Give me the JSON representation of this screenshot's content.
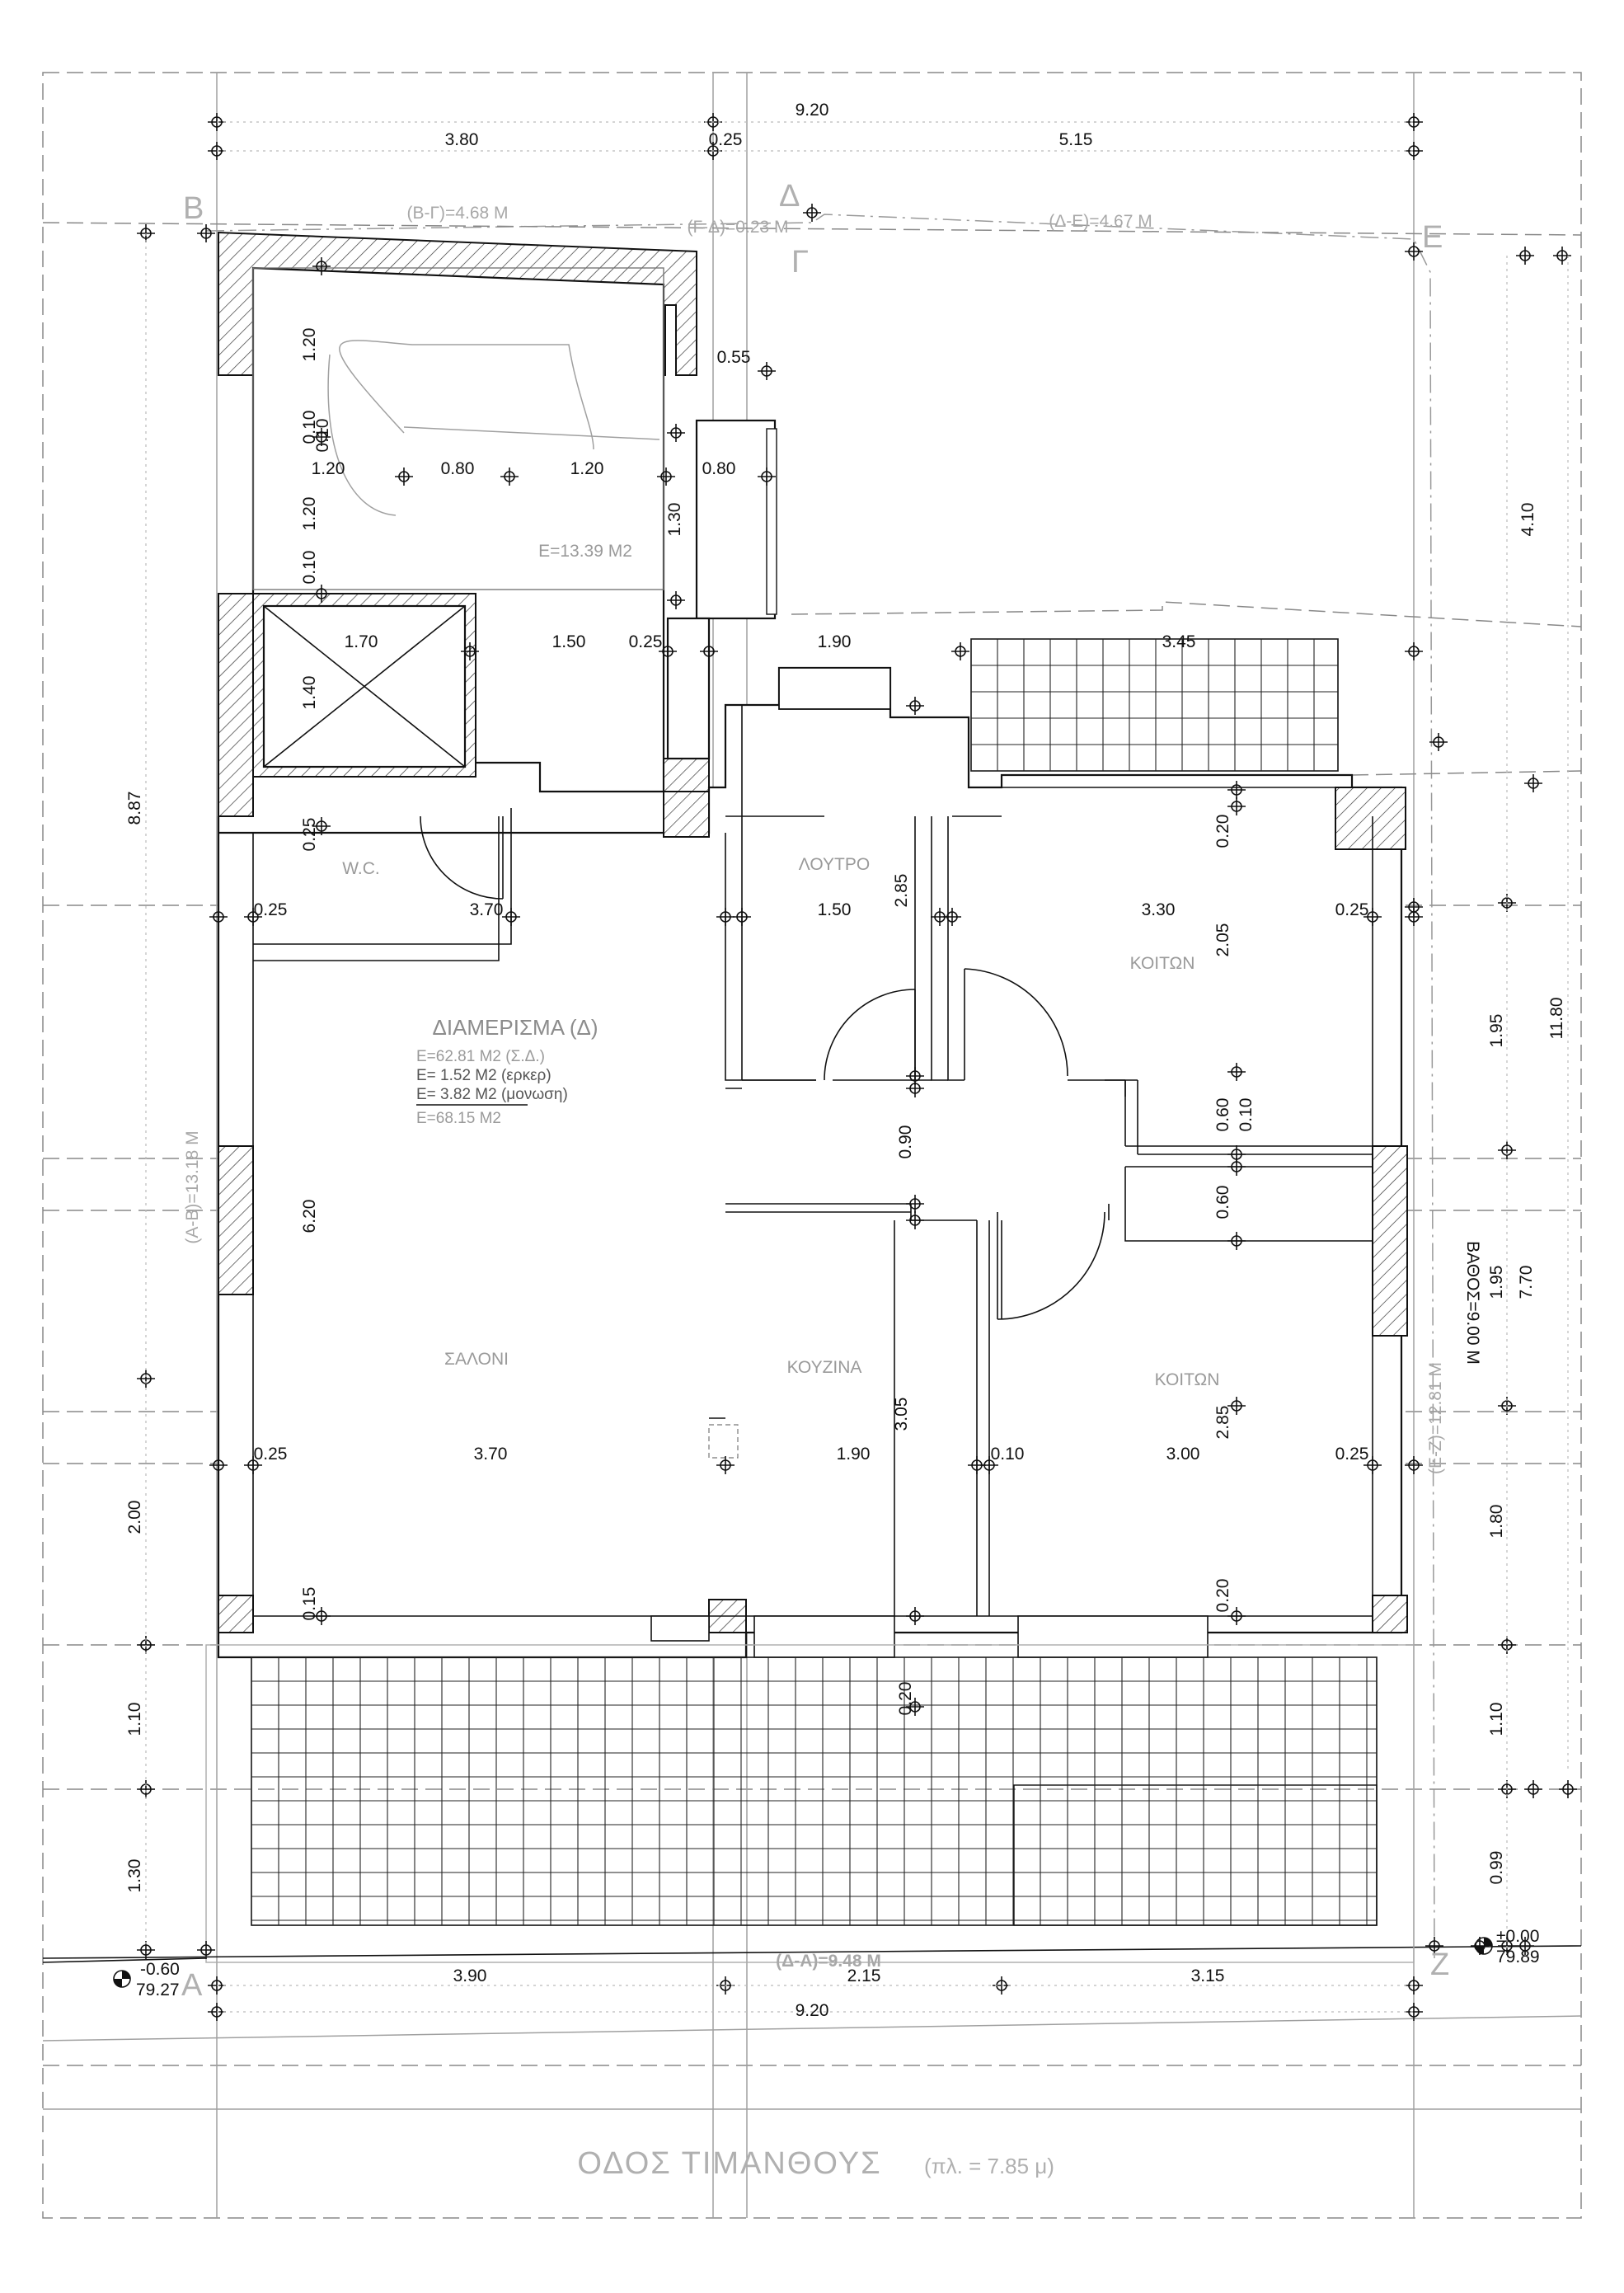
{
  "dimensions": {
    "top_total": "9.20",
    "top_left": "3.80",
    "top_mid": "0.25",
    "top_right": "5.15",
    "bottom_total": "9.20",
    "bottom_left": "3.90",
    "bottom_mid": "2.15",
    "bottom_right": "3.15",
    "left_887": "8.87",
    "left_200": "2.00",
    "left_110": "1.10",
    "left_130": "1.30",
    "right_410": "4.10",
    "right_1180": "11.80",
    "right_195a": "1.95",
    "right_195b": "1.95",
    "right_770": "7.70",
    "right_180": "1.80",
    "right_110": "1.10",
    "right_099": "0.99",
    "stair_120a": "1.20",
    "stair_120b": "1.20",
    "stair_010a": "0.10",
    "stair_010b": "0.10",
    "stair_h120": "1.20",
    "stair_h080": "0.80",
    "stair_h120b": "1.20",
    "stair_h080b": "0.80",
    "stair_055": "0.55",
    "stair_130": "1.30",
    "lift_170": "1.70",
    "lift_150": "1.50",
    "lift_025": "0.25",
    "lift_140": "1.40",
    "lift_025v": "0.25",
    "mid_190": "1.90",
    "mid_345": "3.45",
    "r1_025": "0.25",
    "r1_370": "3.70",
    "r1_150": "1.50",
    "r1_285": "2.85",
    "r1_330": "3.30",
    "r1_025b": "0.25",
    "r1_020": "0.20",
    "r1_205": "2.05",
    "mid_090": "0.90",
    "mid_060a": "0.60",
    "mid_010": "0.10",
    "mid_060b": "0.60",
    "salon_620": "6.20",
    "k_305": "3.05",
    "r2_025": "0.25",
    "r2_370": "3.70",
    "r2_190": "1.90",
    "r2_010": "0.10",
    "r2_300": "3.00",
    "r2_285": "2.85",
    "r2_025b": "0.25",
    "b_015": "0.15",
    "b_020": "0.20",
    "b_020b": "0.20"
  },
  "labels": {
    "point_B": "B",
    "point_D": "Δ",
    "point_G": "Γ",
    "point_E": "E",
    "point_A": "A",
    "point_Z": "Z",
    "edge_BG": "(Β-Γ)=4.68 Μ",
    "edge_GD": "(Γ-Δ)=0.23 Μ",
    "edge_DE": "(Δ-Ε)=4.67 Μ",
    "edge_AB": "(Α-Β)=13.18 Μ",
    "edge_EZ": "(Ε-Ζ)=12.81 Μ",
    "edge_DA": "(Δ-Α)=9.48 Μ",
    "depth": "ΒΑΘΟΣ=9.00 Μ",
    "level_left_1": "-0.60",
    "level_left_2": "79.27",
    "level_right_1": "±0.00",
    "level_right_2": "79.89"
  },
  "rooms": {
    "stair_area": "E=13.39 M2",
    "wc": "W.C.",
    "bath": "ΛΟΥΤΡΟ",
    "bedroom1": "ΚΟΙΤΩΝ",
    "bedroom2": "ΚΟΙΤΩΝ",
    "living": "ΣΑΛΟΝΙ",
    "kitchen": "ΚΟΥΖΙΝΑ",
    "apt_title": "ΔΙΑΜΕΡΙΣΜΑ (Δ)",
    "area_1": "E=62.81 M2 (Σ.Δ.)",
    "area_2": "E=  1.52 M2 (ερκερ)",
    "area_3": "E=  3.82 M2 (μονωση)",
    "area_total": "E=68.15 M2"
  },
  "street": {
    "name": "ΟΔΟΣ  ΤΙΜΑΝΘΟΥΣ",
    "width": "(πλ. = 7.85 μ)"
  }
}
